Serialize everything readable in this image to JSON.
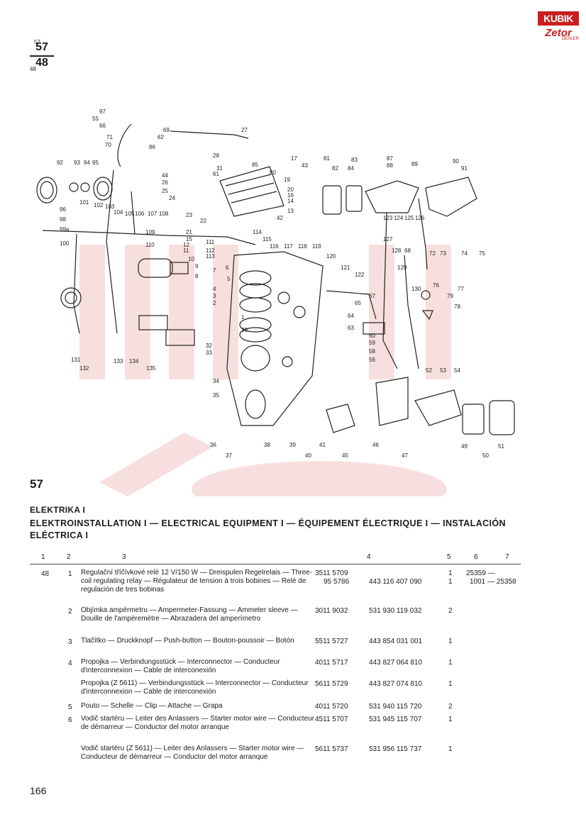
{
  "logo": {
    "brand": "KUBIK",
    "sub": "Zetor",
    "tag": "DEALER"
  },
  "figure": {
    "top": "57",
    "bottom": "48"
  },
  "diagram_labels": [
    "57",
    "48",
    "55",
    "97",
    "66",
    "71",
    "70",
    "69",
    "62",
    "86",
    "27",
    "28",
    "31",
    "61",
    "85",
    "80",
    "17",
    "19",
    "20",
    "16",
    "14",
    "13",
    "42",
    "43",
    "44",
    "26",
    "25",
    "24",
    "23",
    "22",
    "21",
    "15",
    "12",
    "11",
    "10",
    "9",
    "8",
    "7",
    "6",
    "5",
    "4",
    "3",
    "2",
    "1",
    "30",
    "32",
    "33",
    "34",
    "35",
    "36",
    "37",
    "38",
    "39",
    "40",
    "41",
    "45",
    "46",
    "47",
    "49",
    "50",
    "51",
    "52",
    "53",
    "54",
    "56",
    "58",
    "59",
    "60",
    "63",
    "64",
    "65",
    "67",
    "68",
    "72",
    "73",
    "74",
    "75",
    "76",
    "77",
    "78",
    "79",
    "81",
    "82",
    "83",
    "84",
    "87",
    "88",
    "89",
    "90",
    "91",
    "92",
    "93",
    "94",
    "95",
    "96",
    "98",
    "99a",
    "100",
    "101",
    "102",
    "103",
    "104",
    "105",
    "106",
    "107",
    "108",
    "109",
    "110",
    "111",
    "112",
    "113",
    "114",
    "115",
    "116",
    "117",
    "118",
    "119",
    "120",
    "121",
    "122",
    "123",
    "124",
    "125",
    "126",
    "127",
    "128",
    "129",
    "130",
    "131",
    "132",
    "133",
    "134",
    "135"
  ],
  "section_number": "57",
  "title_main": "ELEKTRIKA I",
  "title_multi": "ELEKTROINSTALLATION I — ELECTRICAL EQUIPMENT I — ÉQUIPEMENT ÉLECTRIQUE I — INSTALACIÓN ELÉCTRICA I",
  "columns": [
    "1",
    "2",
    "3",
    "4",
    "5",
    "6",
    "7"
  ],
  "rows": [
    {
      "fig": "48",
      "pos": "1",
      "desc": "Regulační tříčívkové relé 12 V/150 W — Dreispulen Regelrelais — Three-coil regulating relay — Régulateur de tension à trois bobines — Relé de regulación de tres bobinas",
      "part": "3511 5709",
      "part2": "95 5786",
      "ref": "443 116 407 090",
      "qty": "1",
      "qty2": "1",
      "from": "25359 —",
      "to": "1001 — 25358"
    },
    {
      "fig": "",
      "pos": "2",
      "desc": "Objímka ampérmetru — Ampermeter-Fassung — Ammeter sleeve — Douille de l'ampèremètre — Abrazadera del amperímetro",
      "part": "3011 9032",
      "part2": "",
      "ref": "531 930 119 032",
      "qty": "2",
      "qty2": "",
      "from": "",
      "to": ""
    },
    {
      "fig": "",
      "pos": "3",
      "desc": "Tlačítko — Druckknopf — Push-button — Bouton-poussoir — Botón",
      "part": "5511 5727",
      "part2": "",
      "ref": "443 854 031 001",
      "qty": "1",
      "qty2": "",
      "from": "",
      "to": ""
    },
    {
      "fig": "",
      "pos": "4",
      "desc": "Propojka — Verbindungsstück — Interconnector — Conducteur d'interconnexion — Cable de interconexión",
      "part": "4011 5717",
      "part2": "",
      "ref": "443 827 064 810",
      "qty": "1",
      "qty2": "",
      "from": "",
      "to": ""
    },
    {
      "fig": "",
      "pos": "",
      "desc": "Propojka (Z 5611) — Verbindungsstück — Interconnector — Conducteur d'interconnexion — Cable de interconexión",
      "part": "5611 5729",
      "part2": "",
      "ref": "443 827 074 810",
      "qty": "1",
      "qty2": "",
      "from": "",
      "to": ""
    },
    {
      "fig": "",
      "pos": "5",
      "desc": "Pouto — Schelle — Clip — Attache — Grapa",
      "part": "4011 5720",
      "part2": "",
      "ref": "531 940 115 720",
      "qty": "2",
      "qty2": "",
      "from": "",
      "to": ""
    },
    {
      "fig": "",
      "pos": "6",
      "desc": "Vodič startéru — Leiter des Anlassers — Starter motor wire — Conducteur de démarreur — Conductor del motor arranque",
      "part": "4511 5707",
      "part2": "",
      "ref": "531 945 115 707",
      "qty": "1",
      "qty2": "",
      "from": "",
      "to": ""
    },
    {
      "fig": "",
      "pos": "",
      "desc": "Vodič startéru (Z 5611) — Leiter des Anlassers — Starter motor wire — Conducteur de démarreur — Conductor del motor arranque",
      "part": "5611 5737",
      "part2": "",
      "ref": "531 956 115 737",
      "qty": "1",
      "qty2": "",
      "from": "",
      "to": ""
    }
  ],
  "page_number": "166"
}
